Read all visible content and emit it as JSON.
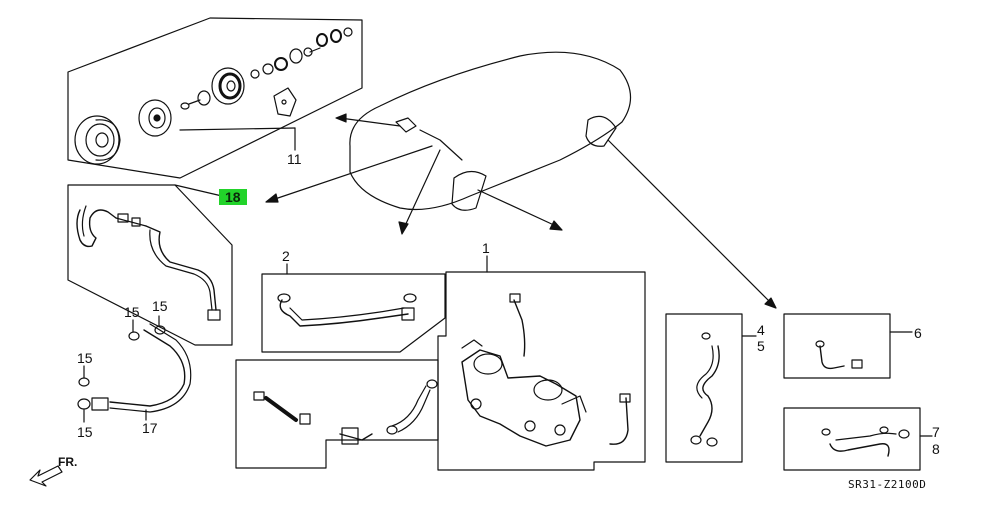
{
  "diagram": {
    "callouts": {
      "c1": "1",
      "c2": "2",
      "c4": "4",
      "c5": "5",
      "c6": "6",
      "c7": "7",
      "c8": "8",
      "c11": "11",
      "c15a": "15",
      "c15b": "15",
      "c15c": "15",
      "c15d": "15",
      "c17": "17",
      "c18": "18"
    },
    "highlight_color": "#22d32a",
    "direction_label": "FR.",
    "drawing_code": "SR31-Z2100D"
  }
}
